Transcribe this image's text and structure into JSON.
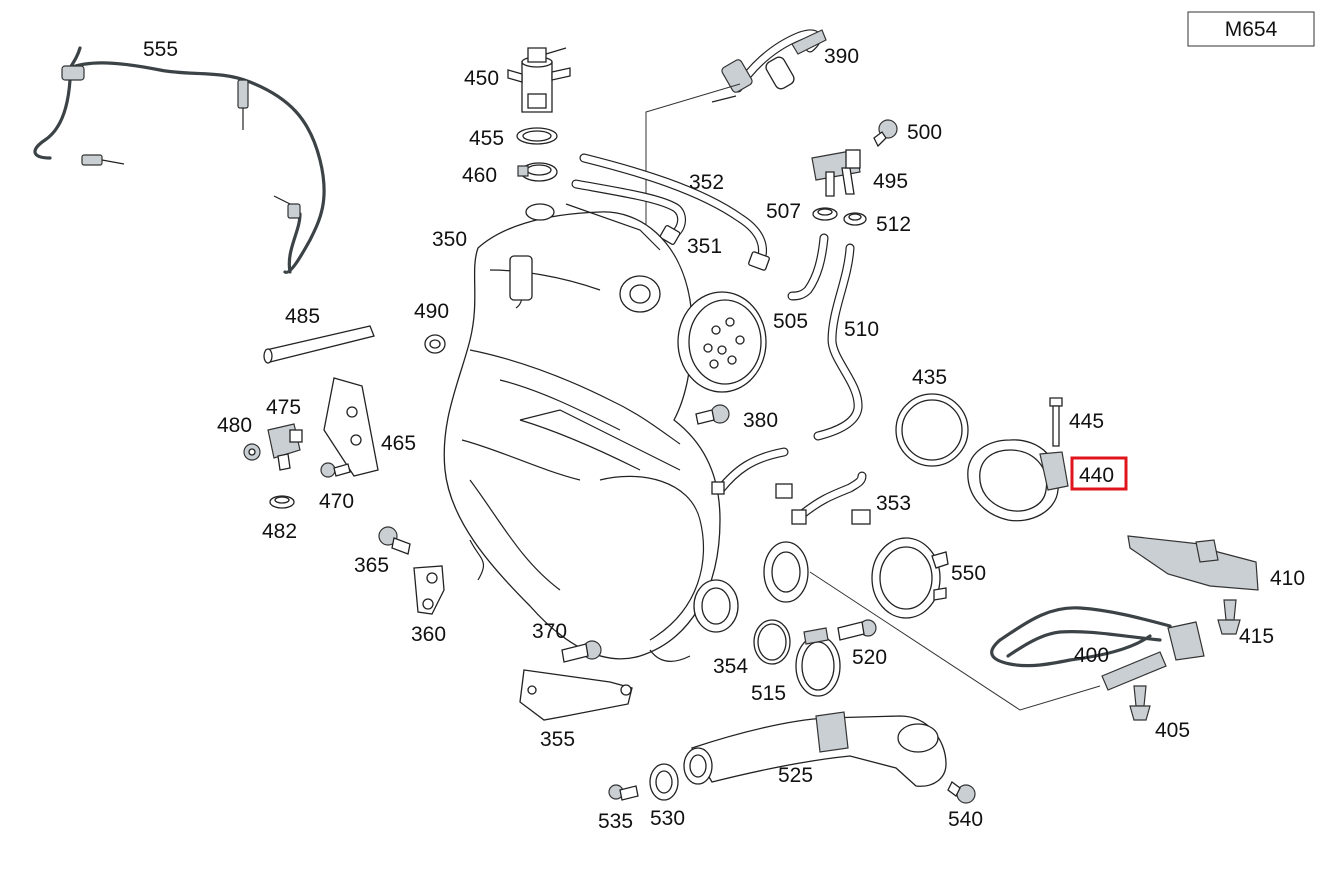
{
  "diagram": {
    "model_code": "M654",
    "highlight_color": "#e0141c",
    "highlighted_part": "440",
    "labels": {
      "p555": "555",
      "p450": "450",
      "p390": "390",
      "p455": "455",
      "p500": "500",
      "p460": "460",
      "p352": "352",
      "p495": "495",
      "p507": "507",
      "p512": "512",
      "p350": "350",
      "p351": "351",
      "p505": "505",
      "p510": "510",
      "p485": "485",
      "p490": "490",
      "p435": "435",
      "p475": "475",
      "p380": "380",
      "p445": "445",
      "p480": "480",
      "p465": "465",
      "p440": "440",
      "p470": "470",
      "p353": "353",
      "p482": "482",
      "p365": "365",
      "p550": "550",
      "p410": "410",
      "p360": "360",
      "p370": "370",
      "p415": "415",
      "p520": "520",
      "p354": "354",
      "p400": "400",
      "p515": "515",
      "p355": "355",
      "p405": "405",
      "p525": "525",
      "p535": "535",
      "p530": "530",
      "p540": "540"
    }
  }
}
